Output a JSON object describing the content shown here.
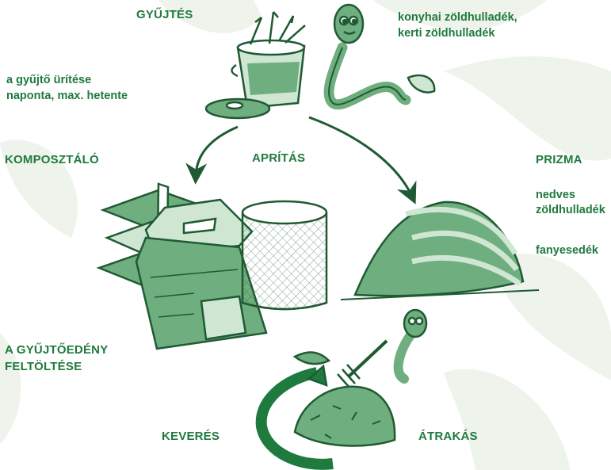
{
  "labels": {
    "gyujtes": "GYŰJTÉS",
    "gyujtes_note_1": "konyhai zöldhulladék,",
    "gyujtes_note_2": "kerti zöldhulladék",
    "urites_1": "a gyűjtő ürítése",
    "urites_2": "naponta, max. hetente",
    "komposztalo": "KOMPOSZTÁLÓ",
    "apritas": "APRÍTÁS",
    "prizma": "PRIZMA",
    "prizma_note_1": "nedves",
    "prizma_note_2": "zöldhulladék",
    "prizma_note_3": "fanyesedék",
    "feltoltes_1": "A GYŰJTŐEDÉNY",
    "feltoltes_2": "FELTÖLTÉSE",
    "keveres": "KEVERÉS",
    "atrakas": "ÁTRAKÁS"
  },
  "colors": {
    "ink": "#1f5a33",
    "accent_green": "#1f7a3e",
    "leaf_bg": "#eef3ec",
    "fill_light": "#cfe6d2",
    "fill_mid": "#6fae7e"
  },
  "icons": [
    "compost-bin-icon",
    "worm-icon",
    "wooden-composter-icon",
    "closed-composter-icon",
    "mesh-composter-icon",
    "compost-heap-icon",
    "pitchfork-icon",
    "compost-pile-icon"
  ]
}
